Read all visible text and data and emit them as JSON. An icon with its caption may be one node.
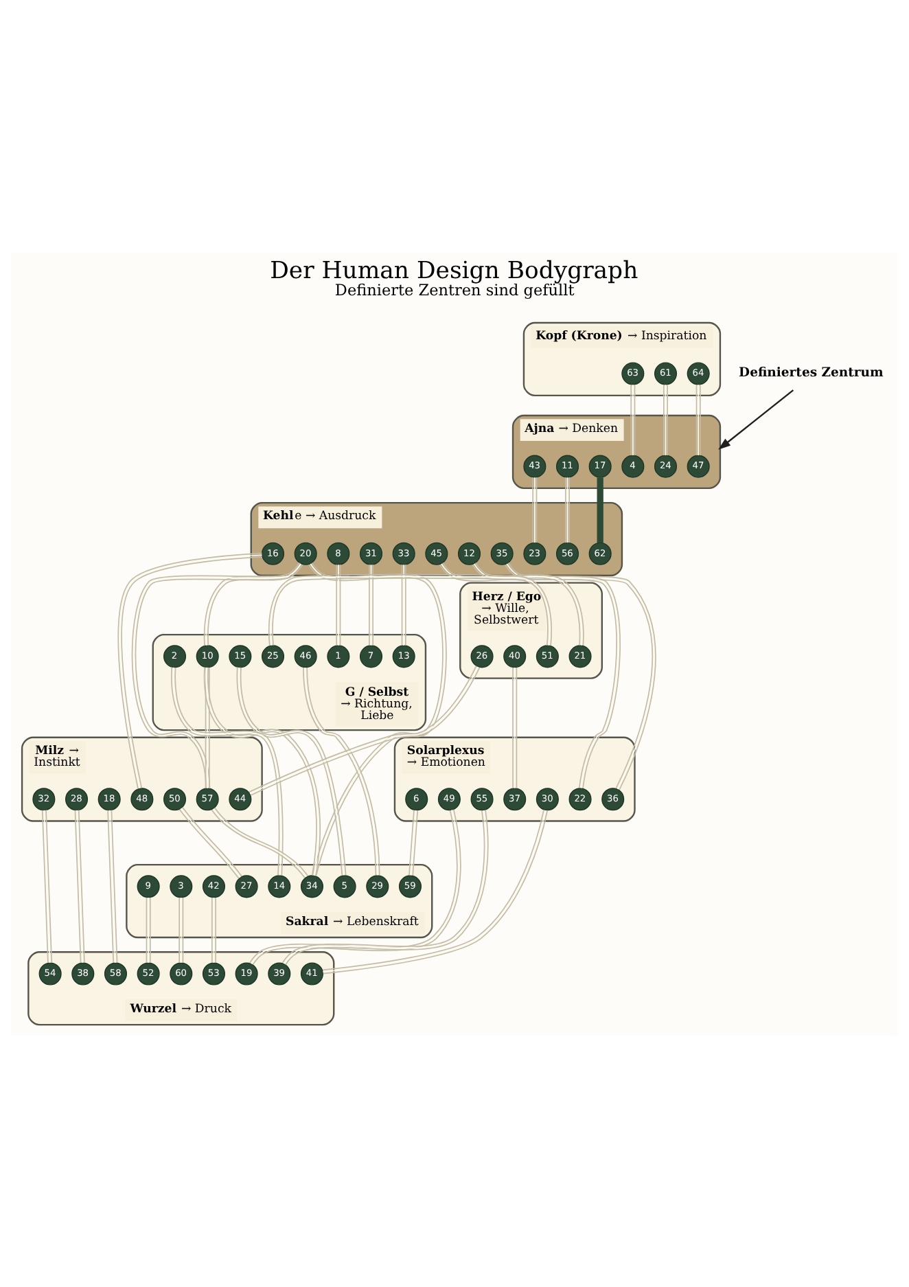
{
  "diagram": {
    "title": "Der Human Design Bodygraph",
    "caption": "Definierte Zentren sind gefüllt",
    "nodes": [
      {
        "text": [
          "**Kopf (Krone)** → Inspiration"
        ]
      },
      {
        "text": [
          "64"
        ],
        "in": 0
      },
      {
        "text": [
          "61"
        ],
        "in": 0
      },
      {
        "text": [
          "63"
        ],
        "in": 0
      },
      {
        "text": [
          "**Ajna** → Denken"
        ]
      },
      {
        "text": [
          "47"
        ],
        "in": 4
      },
      {
        "text": [
          "24"
        ],
        "in": 4
      },
      {
        "text": [
          "4"
        ],
        "in": 4
      },
      {
        "text": [
          "17"
        ],
        "in": 4
      },
      {
        "text": [
          "11"
        ],
        "in": 4
      },
      {
        "text": [
          "43"
        ],
        "in": 4
      },
      {
        "text": [
          "Definiertes Zentrum"
        ]
      },
      {
        "text": [
          "**Kehl**e → Ausdruck"
        ]
      },
      {
        "text": [
          "62"
        ],
        "in": 12
      },
      {
        "text": [
          "23"
        ],
        "in": 12
      },
      {
        "text": [
          "56"
        ],
        "in": 12
      },
      {
        "text": [
          "16"
        ],
        "in": 12
      },
      {
        "text": [
          "35"
        ],
        "in": 12
      },
      {
        "text": [
          "20"
        ],
        "in": 12
      },
      {
        "text": [
          "12"
        ],
        "in": 12
      },
      {
        "text": [
          "31"
        ],
        "in": 12
      },
      {
        "text": [
          "8"
        ],
        "in": 12
      },
      {
        "text": [
          "33"
        ],
        "in": 12
      },
      {
        "text": [
          "45"
        ],
        "in": 12
      },
      {
        "text": [
          "**G / Selbst** → Richtung, Liebe"
        ]
      },
      {
        "text": [
          "1"
        ],
        "in": 24
      },
      {
        "text": [
          "7"
        ],
        "in": 24
      },
      {
        "text": [
          "13"
        ],
        "in": 24
      },
      {
        "text": [
          "10"
        ],
        "in": 24
      },
      {
        "text": [
          "25"
        ],
        "in": 24
      },
      {
        "text": [
          "15"
        ],
        "in": 24
      },
      {
        "text": [
          "46"
        ],
        "in": 24
      },
      {
        "text": [
          "2"
        ],
        "in": 24
      },
      {
        "text": [
          "**Herz / Ego** → Wille, Selbstwert"
        ]
      },
      {
        "text": [
          "21"
        ],
        "in": 33
      },
      {
        "text": [
          "51"
        ],
        "in": 33
      },
      {
        "text": [
          "26"
        ],
        "in": 33
      },
      {
        "text": [
          "40"
        ],
        "in": 33
      },
      {
        "text": [
          "**Milz** → Instinkt"
        ]
      },
      {
        "text": [
          "48"
        ],
        "in": 38
      },
      {
        "text": [
          "57"
        ],
        "in": 38
      },
      {
        "text": [
          "44"
        ],
        "in": 38
      },
      {
        "text": [
          "50"
        ],
        "in": 38
      },
      {
        "text": [
          "32"
        ],
        "in": 38
      },
      {
        "text": [
          "28"
        ],
        "in": 38
      },
      {
        "text": [
          "18"
        ],
        "in": 38
      },
      {
        "text": [
          "**Sakral** → Lebenskraft"
        ]
      },
      {
        "text": [
          "34"
        ],
        "in": 46
      },
      {
        "text": [
          "5"
        ],
        "in": 46
      },
      {
        "text": [
          "14"
        ],
        "in": 46
      },
      {
        "text": [
          "29"
        ],
        "in": 46
      },
      {
        "text": [
          "27"
        ],
        "in": 46
      },
      {
        "text": [
          "59"
        ],
        "in": 46
      },
      {
        "text": [
          "42"
        ],
        "in": 46
      },
      {
        "text": [
          "3"
        ],
        "in": 46
      },
      {
        "text": [
          "9"
        ],
        "in": 46
      },
      {
        "text": [
          "**Solarplexus** → Emotionen"
        ]
      },
      {
        "text": [
          "36"
        ],
        "in": 56
      },
      {
        "text": [
          "22"
        ],
        "in": 56
      },
      {
        "text": [
          "6"
        ],
        "in": 56
      },
      {
        "text": [
          "37"
        ],
        "in": 56
      },
      {
        "text": [
          "49"
        ],
        "in": 56
      },
      {
        "text": [
          "55"
        ],
        "in": 56
      },
      {
        "text": [
          "30"
        ],
        "in": 56
      },
      {
        "text": [
          "**Wurzel** → Druck"
        ]
      },
      {
        "text": [
          "53"
        ],
        "in": 64
      },
      {
        "text": [
          "60"
        ],
        "in": 64
      },
      {
        "text": [
          "52"
        ],
        "in": 64
      },
      {
        "text": [
          "54"
        ],
        "in": 64
      },
      {
        "text": [
          "19"
        ],
        "in": 64
      },
      {
        "text": [
          "38"
        ],
        "in": 64
      },
      {
        "text": [
          "39"
        ],
        "in": 64
      },
      {
        "text": [
          "58"
        ],
        "in": 64
      },
      {
        "text": [
          "41"
        ],
        "in": 64
      }
    ],
    "edges": [
      {
        "from": 11,
        "to": 4,
        "arrow": "to",
        "color": "#1f1f1f"
      },
      {
        "from": 1,
        "to": 5,
        "arrow": "none"
      },
      {
        "from": 2,
        "to": 6,
        "arrow": "none"
      },
      {
        "from": 3,
        "to": 7,
        "arrow": "none"
      },
      {
        "from": 8,
        "to": 13,
        "arrow": "none",
        "style": "thick",
        "color": "#2e4a35"
      },
      {
        "from": 10,
        "to": 14,
        "arrow": "none"
      },
      {
        "from": 9,
        "to": 15,
        "arrow": "none"
      },
      {
        "from": 16,
        "to": 39,
        "arrow": "none"
      },
      {
        "from": 18,
        "to": 40,
        "arrow": "none"
      },
      {
        "from": 18,
        "to": 28,
        "arrow": "none"
      },
      {
        "from": 18,
        "to": 47,
        "arrow": "none"
      },
      {
        "from": 20,
        "to": 26,
        "arrow": "none"
      },
      {
        "from": 21,
        "to": 25,
        "arrow": "none"
      },
      {
        "from": 22,
        "to": 27,
        "arrow": "none"
      },
      {
        "from": 23,
        "to": 34,
        "arrow": "none"
      },
      {
        "from": 17,
        "to": 57,
        "arrow": "none"
      },
      {
        "from": 19,
        "to": 58,
        "arrow": "none"
      },
      {
        "from": 28,
        "to": 47,
        "arrow": "none"
      },
      {
        "from": 28,
        "to": 40,
        "arrow": "none"
      },
      {
        "from": 29,
        "to": 35,
        "arrow": "none"
      },
      {
        "from": 30,
        "to": 48,
        "arrow": "none"
      },
      {
        "from": 32,
        "to": 49,
        "arrow": "none"
      },
      {
        "from": 31,
        "to": 50,
        "arrow": "none"
      },
      {
        "from": 36,
        "to": 41,
        "arrow": "none"
      },
      {
        "from": 37,
        "to": 60,
        "arrow": "none"
      },
      {
        "from": 40,
        "to": 47,
        "arrow": "none"
      },
      {
        "from": 42,
        "to": 51,
        "arrow": "none"
      },
      {
        "from": 43,
        "to": 68,
        "arrow": "none"
      },
      {
        "from": 44,
        "to": 70,
        "arrow": "none"
      },
      {
        "from": 45,
        "to": 72,
        "arrow": "none"
      },
      {
        "from": 59,
        "to": 52,
        "arrow": "none"
      },
      {
        "from": 53,
        "to": 65,
        "arrow": "none"
      },
      {
        "from": 54,
        "to": 66,
        "arrow": "none"
      },
      {
        "from": 55,
        "to": 67,
        "arrow": "none"
      },
      {
        "from": 61,
        "to": 69,
        "arrow": "none"
      },
      {
        "from": 62,
        "to": 71,
        "arrow": "none"
      },
      {
        "from": 63,
        "to": 73,
        "arrow": "none"
      }
    ]
  }
}
